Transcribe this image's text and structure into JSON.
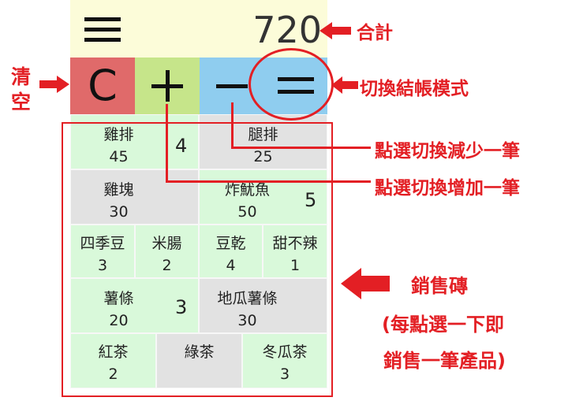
{
  "header": {
    "total": "720",
    "menu_icon": "hamburger-icon"
  },
  "controls": {
    "clear_label": "C",
    "add_icon": "plus-icon",
    "sub_icon": "minus-icon",
    "checkout_icon": "equals-icon"
  },
  "tiles": [
    {
      "name": "雞排",
      "price": "45",
      "qty": "4"
    },
    {
      "name": "腿排",
      "price": "25",
      "qty": ""
    },
    {
      "name": "雞塊",
      "price": "30",
      "qty": ""
    },
    {
      "name": "炸魷魚",
      "price": "50",
      "qty": "5"
    },
    {
      "name": "四季豆",
      "price": "3",
      "qty": ""
    },
    {
      "name": "米腸",
      "price": "2",
      "qty": ""
    },
    {
      "name": "豆乾",
      "price": "4",
      "qty": ""
    },
    {
      "name": "甜不辣",
      "price": "1",
      "qty": ""
    },
    {
      "name": "薯條",
      "price": "20",
      "qty": "3"
    },
    {
      "name": "地瓜薯條",
      "price": "30",
      "qty": ""
    },
    {
      "name": "紅茶",
      "price": "2",
      "qty": ""
    },
    {
      "name": "綠茶",
      "price": "",
      "qty": ""
    },
    {
      "name": "冬瓜茶",
      "price": "3",
      "qty": ""
    }
  ],
  "annotations": {
    "total": "合計",
    "clear_line1": "清",
    "clear_line2": "空",
    "checkout_mode": "切換結帳模式",
    "sub_mode": "點選切換減少一筆",
    "add_mode": "點選切換增加一筆",
    "sales_title": "銷售磚",
    "sales_line2": "(每點選一下即",
    "sales_line3": "銷售一筆產品)"
  },
  "colors": {
    "annotation_red": "#e31f24",
    "tile_green": "#d9f9da",
    "tile_gray": "#e2e2e2",
    "clear_red": "#e06a6a",
    "add_green": "#c6e58a",
    "mode_blue": "#8fcdef",
    "header_yellow": "#fcfcd9"
  }
}
